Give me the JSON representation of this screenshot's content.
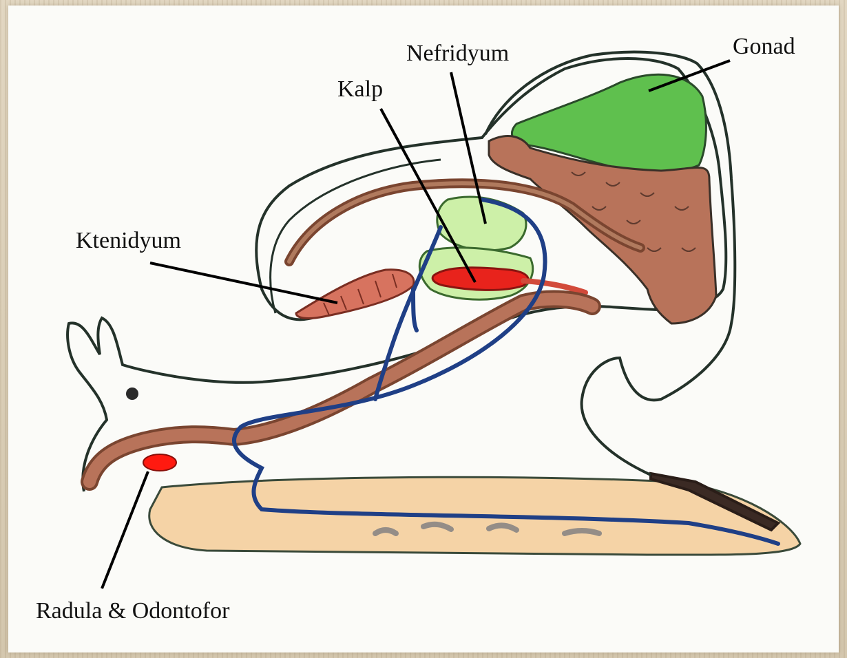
{
  "labels": {
    "gonad": "Gonad",
    "nefridyum": "Nefridyum",
    "kalp": "Kalp",
    "ktenidyum": "Ktenidyum",
    "radula": "Radula & Odontofor"
  },
  "colors": {
    "paper": "#fbfbf8",
    "outline": "#1f3a2a",
    "gonad": "#5fc04e",
    "digestive_gland": "#b8735a",
    "gut": "#9a5a3c",
    "nephridium": "#cdf0a8",
    "heart": "#e8231c",
    "ctenidium": "#d7735f",
    "blood_vessel": "#1f3f86",
    "foot": "#f5d3a6",
    "radula": "#ff1a10"
  }
}
